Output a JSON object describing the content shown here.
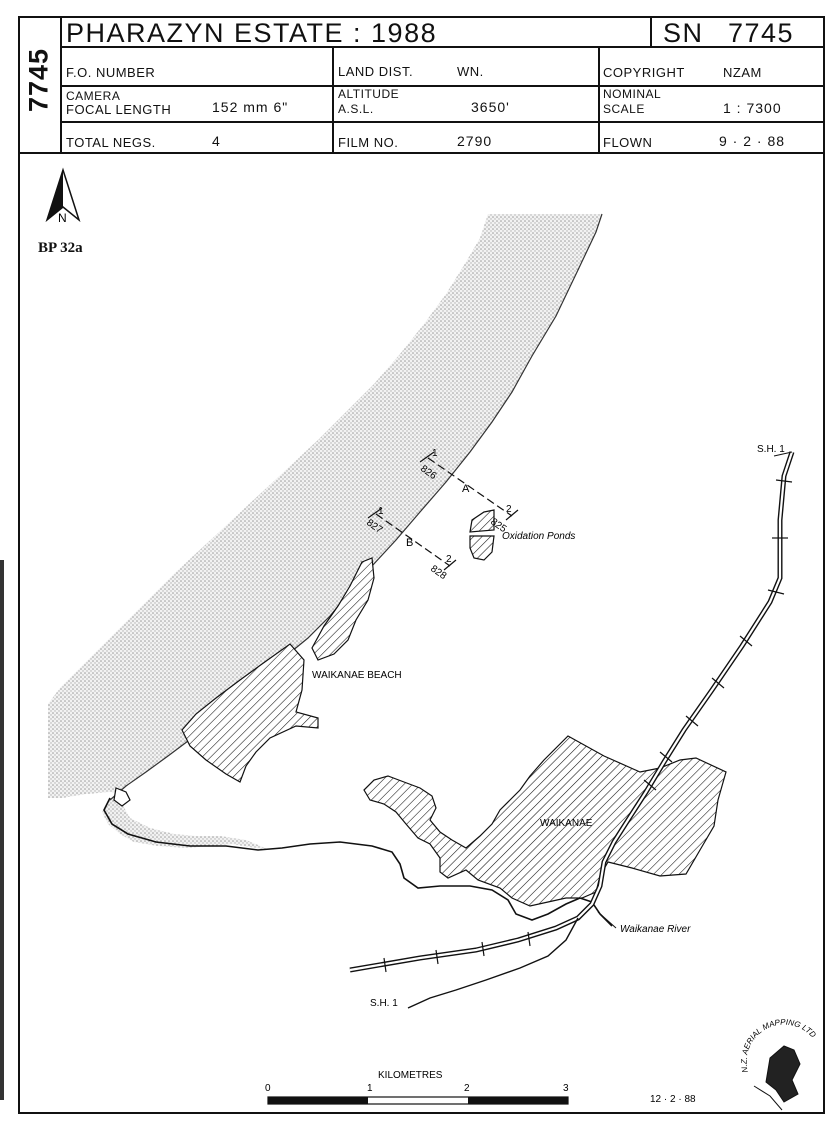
{
  "header": {
    "title": "PHARAZYN  ESTATE  :  1988",
    "sn_label": "SN",
    "sn_value": "7745",
    "side_id": "7745",
    "fo_number_label": "F.O. NUMBER",
    "land_dist_label": "LAND DIST.",
    "land_dist_value": "WN.",
    "copyright_label": "COPYRIGHT",
    "copyright_value": "NZAM",
    "camera_label": "CAMERA",
    "focal_length_label": "FOCAL LENGTH",
    "focal_length_value": "152 mm  6\"",
    "altitude_label": "ALTITUDE",
    "asl_label": "A.S.L.",
    "altitude_value": "3650'",
    "nominal_label": "NOMINAL",
    "scale_label": "SCALE",
    "scale_value": "1 : 7300",
    "total_negs_label": "TOTAL NEGS.",
    "total_negs_value": "4",
    "film_no_label": "FILM NO.",
    "film_no_value": "2790",
    "flown_label": "FLOWN",
    "flown_value": "9 · 2 · 88"
  },
  "map": {
    "north_label": "N",
    "plan_ref": "BP 32a",
    "labels": {
      "sh1_top": "S.H. 1",
      "sh1_bottom": "S.H. 1",
      "oxidation_ponds": "Oxidation Ponds",
      "waikanae_beach": "WAIKANAE  BEACH",
      "waikanae": "WAIKANAE",
      "waikanae_river": "Waikanae River"
    },
    "flight_lines": {
      "line_a": {
        "name": "A",
        "start_num": "1",
        "start_neg": "826",
        "end_num": "2",
        "end_neg": "825"
      },
      "line_b": {
        "name": "B",
        "start_num": "1",
        "start_neg": "827",
        "end_num": "2",
        "end_neg": "828"
      }
    },
    "scale_bar": {
      "title": "KILOMETRES",
      "ticks": [
        "0",
        "1",
        "2",
        "3"
      ]
    },
    "date_drawn": "12 · 2 · 88",
    "logo_text": "N.Z. AERIAL MAPPING LTD"
  },
  "colors": {
    "ink": "#111111",
    "sea_stipple": "#c8c8c8",
    "paper": "#ffffff"
  }
}
